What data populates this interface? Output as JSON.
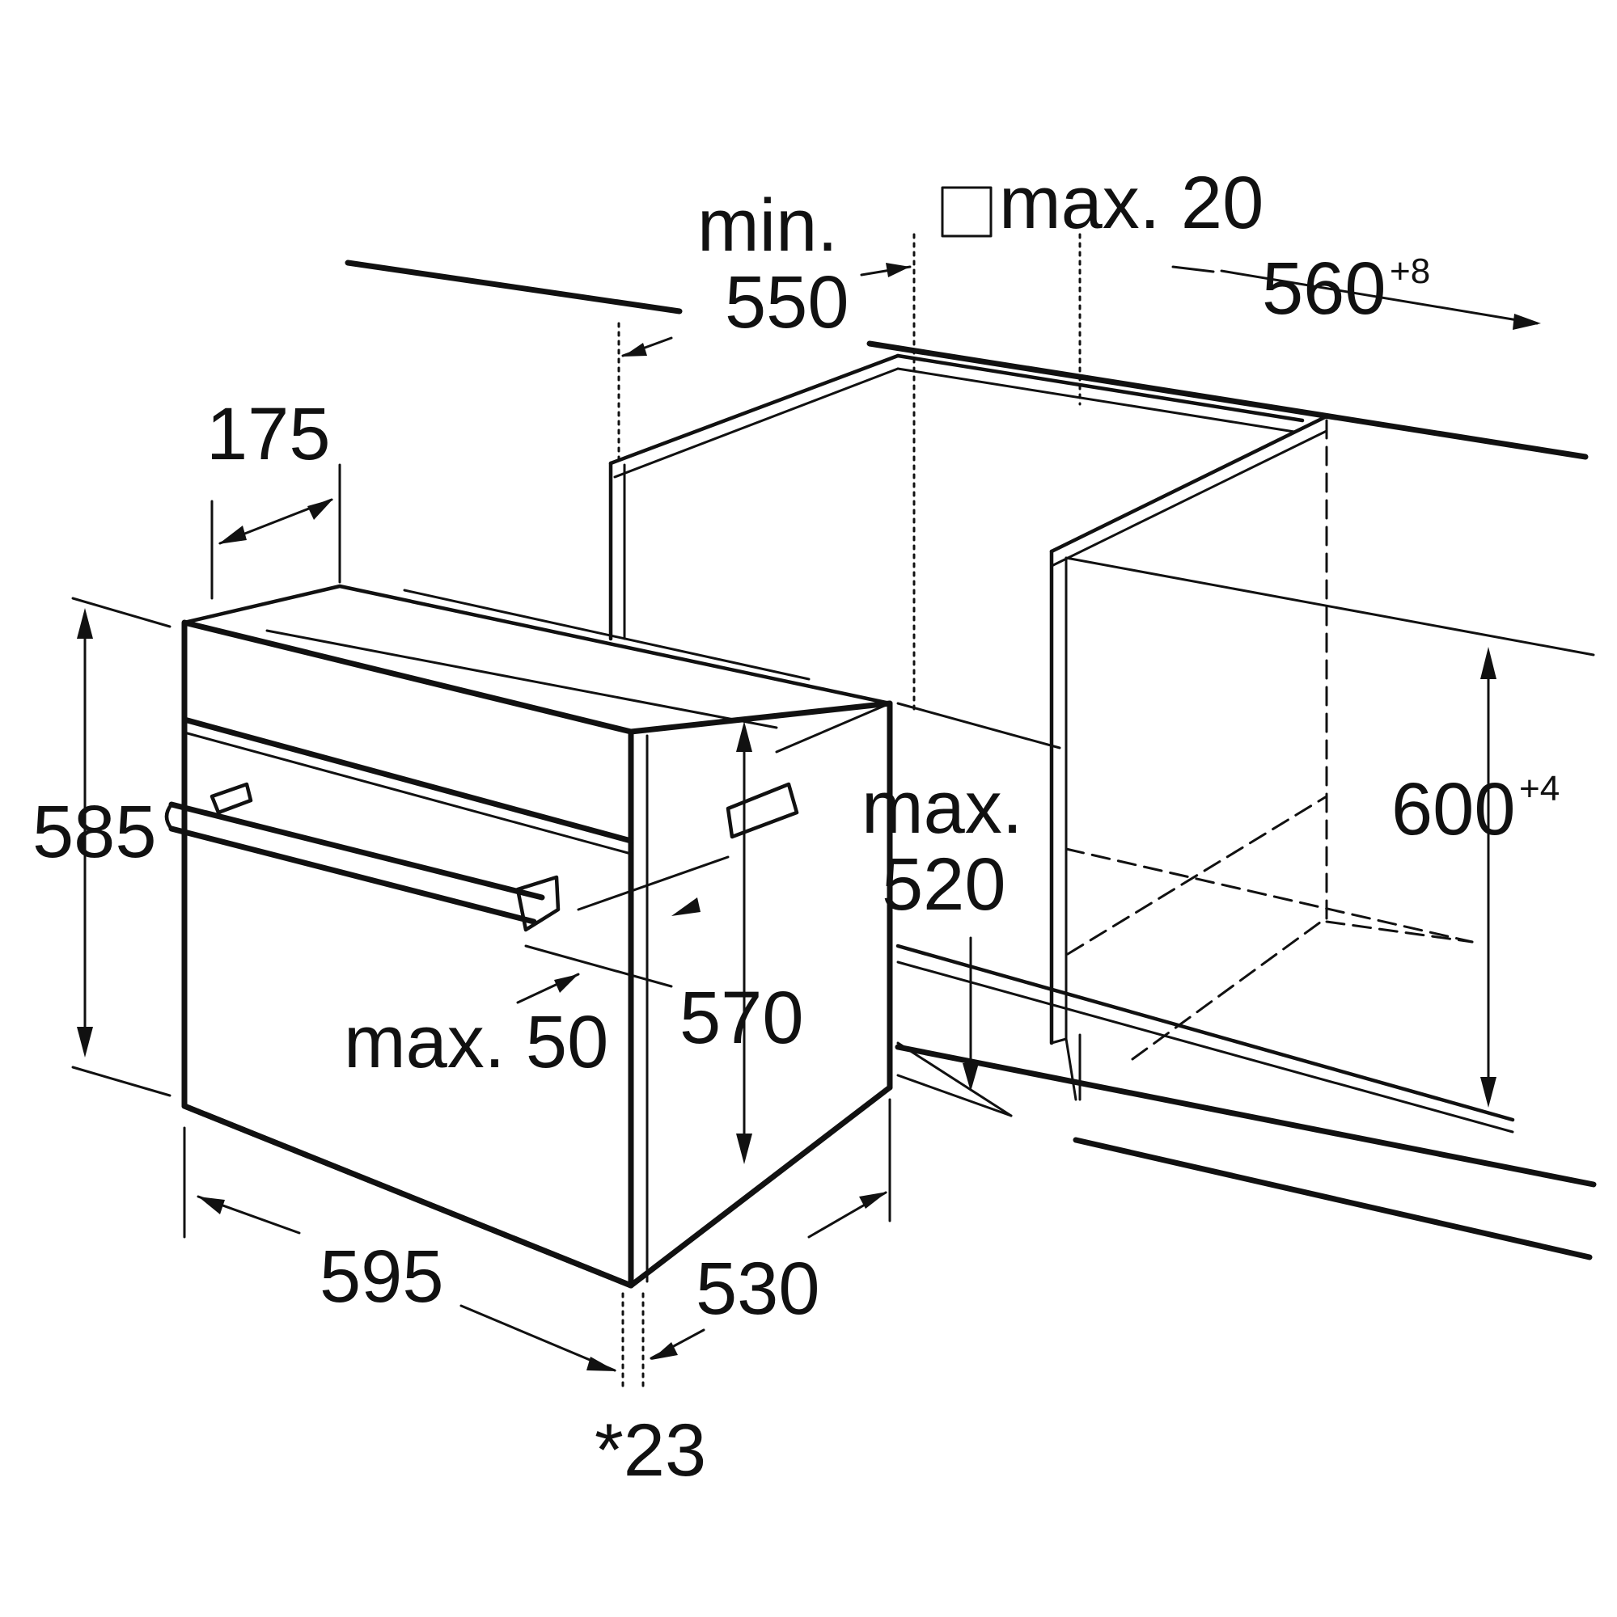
{
  "colors": {
    "ink": "#111111",
    "background": "#ffffff"
  },
  "icons": {
    "recess_square": "square-outline-icon"
  },
  "dimensions": {
    "min_label": "min.",
    "min_value": "550",
    "max20": "max. 20",
    "width_560": "560",
    "width_560_tol": "+8",
    "depth_175": "175",
    "height_585": "585",
    "max_label": "max.",
    "max_value": "520",
    "height_600": "600",
    "height_600_tol": "+4",
    "height_570": "570",
    "max50": "max. 50",
    "width_595": "595",
    "depth_530": "530",
    "front_23": "*23"
  }
}
